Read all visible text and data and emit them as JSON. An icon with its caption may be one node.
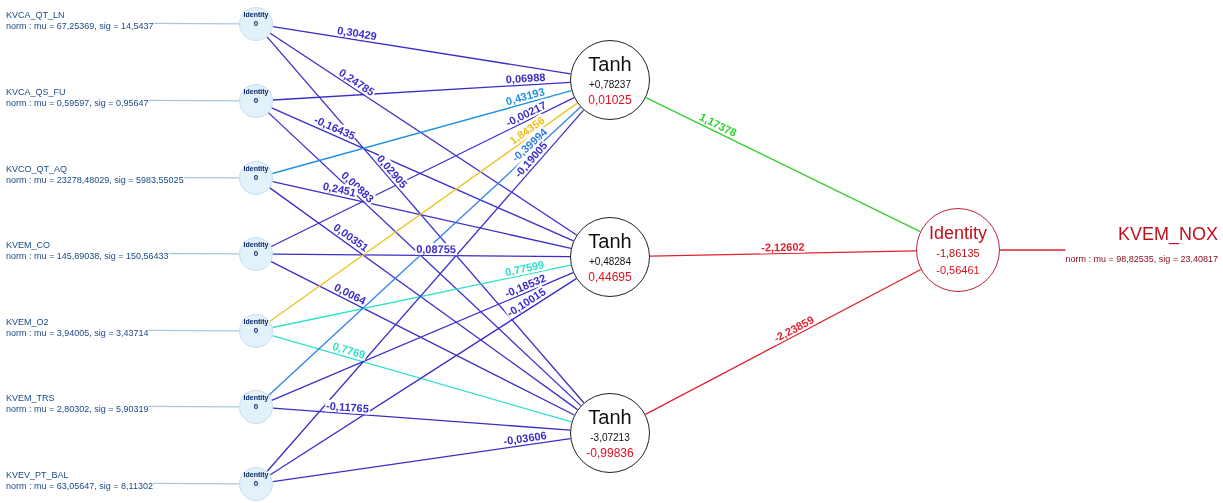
{
  "diagram": {
    "nodes": [
      {
        "text": [
          "KVCA_QT_LN",
          "norm : mu = 67,25369, sig = 14,5437"
        ]
      },
      {
        "text": [
          "KVCA_QS_FU",
          "norm : mu = 0,59597, sig = 0,95647"
        ]
      },
      {
        "text": [
          "KVCO_QT_AQ",
          "norm : mu = 23278,48029, sig = 5983,55025"
        ]
      },
      {
        "text": [
          "KVEM_CO",
          "norm : mu = 145,89038, sig = 150,56433"
        ]
      },
      {
        "text": [
          "KVEM_O2",
          "norm : mu = 3,94005, sig = 3,43714"
        ]
      },
      {
        "text": [
          "KVEM_TRS",
          "norm : mu = 2,80302, sig = 5,90319"
        ]
      },
      {
        "text": [
          "KVEV_PT_BAL",
          "norm : mu = 63,05647, sig = 8,11302"
        ]
      },
      {
        "text": [
          "Identity",
          "0"
        ]
      },
      {
        "text": [
          "Identity",
          "0"
        ]
      },
      {
        "text": [
          "Identity",
          "0"
        ]
      },
      {
        "text": [
          "Identity",
          "0"
        ]
      },
      {
        "text": [
          "Identity",
          "0"
        ]
      },
      {
        "text": [
          "Identity",
          "0"
        ]
      },
      {
        "text": [
          "Identity",
          "0"
        ]
      },
      {
        "text": [
          "Tanh",
          "+0,78237",
          "0,01025"
        ]
      },
      {
        "text": [
          "Tanh",
          "+0,48284",
          "0,44695"
        ]
      },
      {
        "text": [
          "Tanh",
          "-3,07213",
          "-0,99836"
        ]
      },
      {
        "text": [
          "Identity",
          "-1,86135",
          "-0,56461"
        ]
      },
      {
        "text": [
          "KVEM_NOX",
          "norm : mu = 98,82535, sig = 23,40817"
        ]
      }
    ],
    "edges": [
      {
        "from": 0,
        "to": 7,
        "arrow": "none",
        "color": "#a8c8e0"
      },
      {
        "from": 1,
        "to": 8,
        "arrow": "none",
        "color": "#a8c8e0"
      },
      {
        "from": 2,
        "to": 9,
        "arrow": "none",
        "color": "#a8c8e0"
      },
      {
        "from": 3,
        "to": 10,
        "arrow": "none",
        "color": "#a8c8e0"
      },
      {
        "from": 4,
        "to": 11,
        "arrow": "none",
        "color": "#a8c8e0"
      },
      {
        "from": 5,
        "to": 12,
        "arrow": "none",
        "color": "#a8c8e0"
      },
      {
        "from": 6,
        "to": 13,
        "arrow": "none",
        "color": "#a8c8e0"
      },
      {
        "from": 7,
        "to": 14,
        "arrow": "none",
        "label": "0,30429"
      },
      {
        "from": 7,
        "to": 15,
        "arrow": "none",
        "label": "0,24785"
      },
      {
        "from": 7,
        "to": 16,
        "arrow": "none",
        "label": "0,02905"
      },
      {
        "from": 8,
        "to": 14,
        "arrow": "none",
        "label": "0,06988"
      },
      {
        "from": 8,
        "to": 15,
        "arrow": "none",
        "label": "-0,16435"
      },
      {
        "from": 8,
        "to": 16,
        "arrow": "none",
        "label": "0,00883"
      },
      {
        "from": 9,
        "to": 14,
        "arrow": "none",
        "label": "0,43193",
        "color": "#2090e0"
      },
      {
        "from": 9,
        "to": 15,
        "arrow": "none",
        "label": "0,2451"
      },
      {
        "from": 9,
        "to": 16,
        "arrow": "none",
        "label": "0,00351"
      },
      {
        "from": 10,
        "to": 14,
        "arrow": "none",
        "label": "-0,00217"
      },
      {
        "from": 10,
        "to": 15,
        "arrow": "none",
        "label": "0,08755"
      },
      {
        "from": 10,
        "to": 16,
        "arrow": "none",
        "label": "0,0064"
      },
      {
        "from": 11,
        "to": 14,
        "arrow": "none",
        "label": "1,84356",
        "color": "#f0c020"
      },
      {
        "from": 11,
        "to": 15,
        "arrow": "none",
        "label": "0,77599",
        "color": "#30e0c8"
      },
      {
        "from": 11,
        "to": 16,
        "arrow": "none",
        "label": "0,7769",
        "color": "#30e0c8"
      },
      {
        "from": 12,
        "to": 14,
        "arrow": "none",
        "label": "-0,39994",
        "color": "#3080e8"
      },
      {
        "from": 12,
        "to": 15,
        "arrow": "none",
        "label": "-0,18532"
      },
      {
        "from": 12,
        "to": 16,
        "arrow": "none",
        "label": "-0,11765"
      },
      {
        "from": 13,
        "to": 14,
        "arrow": "none",
        "label": "-0,19005"
      },
      {
        "from": 13,
        "to": 15,
        "arrow": "none",
        "label": "-0,10015"
      },
      {
        "from": 13,
        "to": 16,
        "arrow": "none",
        "label": "-0,03606"
      },
      {
        "from": 14,
        "to": 17,
        "arrow": "none",
        "label": "1,17378",
        "color": "#30d030"
      },
      {
        "from": 15,
        "to": 17,
        "arrow": "none",
        "label": "-2,12602",
        "color": "#e02030"
      },
      {
        "from": 16,
        "to": 17,
        "arrow": "none",
        "label": "-2,23859",
        "color": "#e02030"
      },
      {
        "from": 17,
        "to": 18,
        "arrow": "none",
        "color": "#e02030"
      }
    ]
  }
}
